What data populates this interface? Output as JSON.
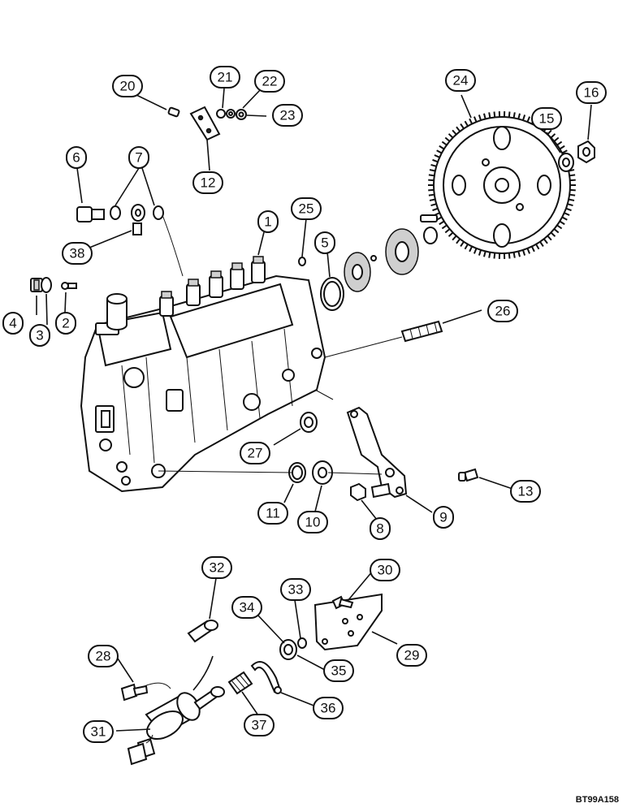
{
  "callouts": {
    "c1": "1",
    "c2": "2",
    "c3": "3",
    "c4": "4",
    "c5": "5",
    "c6": "6",
    "c7": "7",
    "c8": "8",
    "c9": "9",
    "c10": "10",
    "c11": "11",
    "c12": "12",
    "c13": "13",
    "c15": "15",
    "c16": "16",
    "c20": "20",
    "c21": "21",
    "c22": "22",
    "c23": "23",
    "c24": "24",
    "c25": "25",
    "c26": "26",
    "c27": "27",
    "c28": "28",
    "c29": "29",
    "c30": "30",
    "c31": "31",
    "c32": "32",
    "c33": "33",
    "c34": "34",
    "c35": "35",
    "c36": "36",
    "c37": "37",
    "c38": "38"
  },
  "figure_code": "BT99A158"
}
